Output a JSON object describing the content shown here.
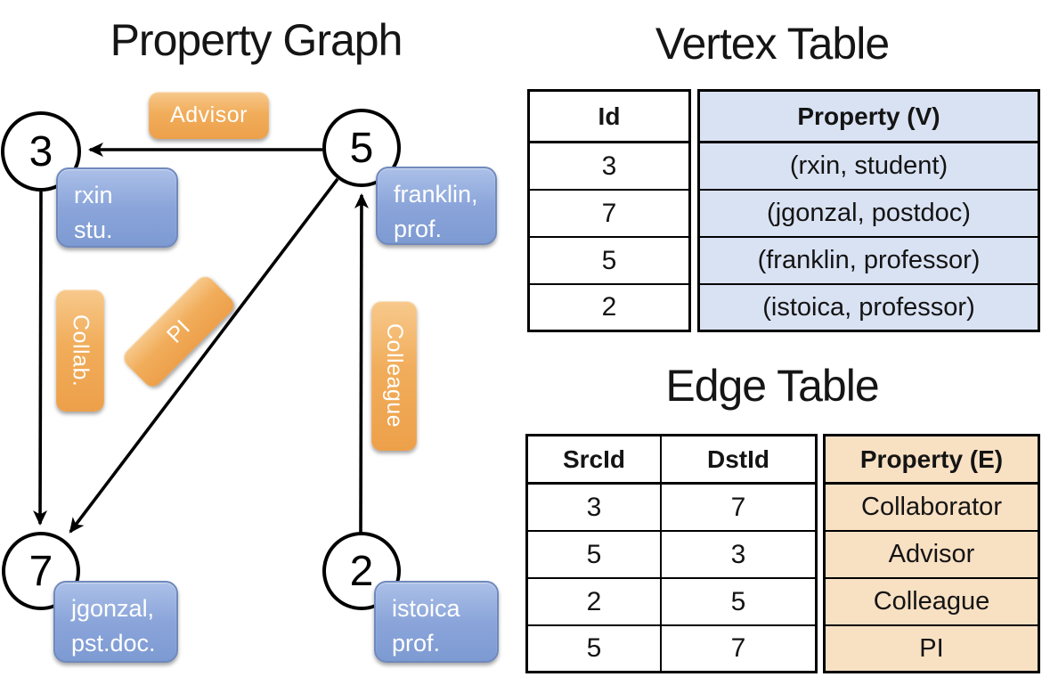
{
  "titles": {
    "graph": "Property Graph",
    "vertex": "Vertex Table",
    "edge": "Edge Table"
  },
  "graph": {
    "nodes": [
      {
        "id": "3"
      },
      {
        "id": "5"
      },
      {
        "id": "7"
      },
      {
        "id": "2"
      }
    ],
    "vertex_boxes": [
      {
        "line1": "rxin",
        "line2": "stu."
      },
      {
        "line1": "franklin,",
        "line2": "prof."
      },
      {
        "line1": "jgonzal,",
        "line2": "pst.doc."
      },
      {
        "line1": "istoica",
        "line2": "prof."
      }
    ],
    "edge_pills": [
      {
        "label": "Advisor"
      },
      {
        "label": "Collab."
      },
      {
        "label": "PI"
      },
      {
        "label": "Colleague"
      }
    ]
  },
  "vertex_table": {
    "headers": {
      "id": "Id",
      "property": "Property (V)"
    },
    "rows": [
      {
        "id": "3",
        "property": "(rxin, student)"
      },
      {
        "id": "7",
        "property": "(jgonzal, postdoc)"
      },
      {
        "id": "5",
        "property": "(franklin, professor)"
      },
      {
        "id": "2",
        "property": "(istoica, professor)"
      }
    ]
  },
  "edge_table": {
    "headers": {
      "src": "SrcId",
      "dst": "DstId",
      "property": "Property (E)"
    },
    "rows": [
      {
        "src": "3",
        "dst": "7",
        "property": "Collaborator"
      },
      {
        "src": "5",
        "dst": "3",
        "property": "Advisor"
      },
      {
        "src": "2",
        "dst": "5",
        "property": "Colleague"
      },
      {
        "src": "5",
        "dst": "7",
        "property": "PI"
      }
    ]
  },
  "colors": {
    "edge_pill_orange": "#EFA64F",
    "vertex_box_blue": "#89A3D6",
    "vertex_property_fill": "#D9E2F3",
    "edge_property_fill": "#F8E0C3",
    "line": "#000000"
  }
}
